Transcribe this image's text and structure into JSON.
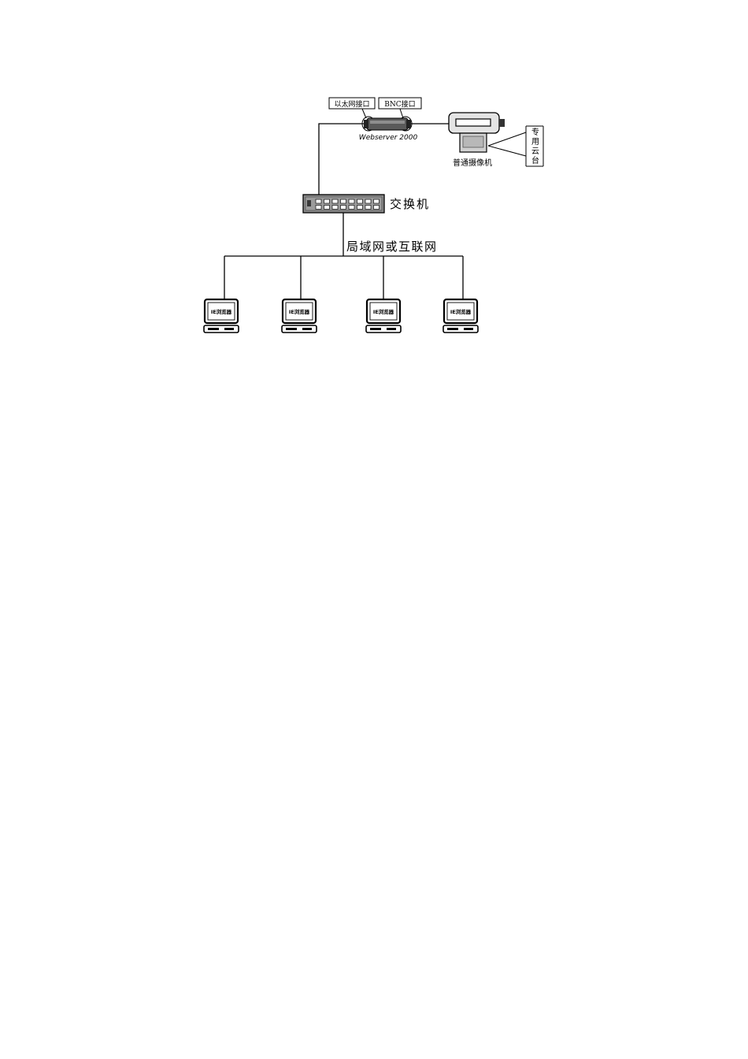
{
  "diagram": {
    "callouts": {
      "ethernet_port": "以太网接口",
      "bnc_port": "BNC接口"
    },
    "webserver_label": "Webserver 2000",
    "camera_label": "普通摄像机",
    "ptz_label": [
      "专",
      "用",
      "云",
      "台"
    ],
    "switch_label": "交换机",
    "network_label": "局域网或互联网",
    "client_screen_text": "IE浏览器",
    "client_count": 4
  }
}
